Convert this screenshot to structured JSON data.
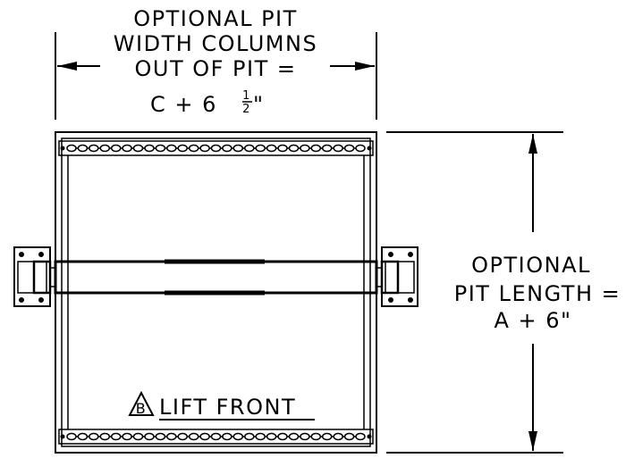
{
  "top_dimension": {
    "line1": "OPTIONAL PIT",
    "line2": "WIDTH COLUMNS",
    "line3": "OUT OF PIT =",
    "line4_prefix": "C + 6",
    "frac_num": "1",
    "frac_den": "2",
    "inch_mark": "\""
  },
  "right_dimension": {
    "line1": "OPTIONAL",
    "line2": "PIT LENGTH =",
    "line3": "A + 6\""
  },
  "front_label": {
    "marker": "B",
    "text": "LIFT FRONT"
  }
}
